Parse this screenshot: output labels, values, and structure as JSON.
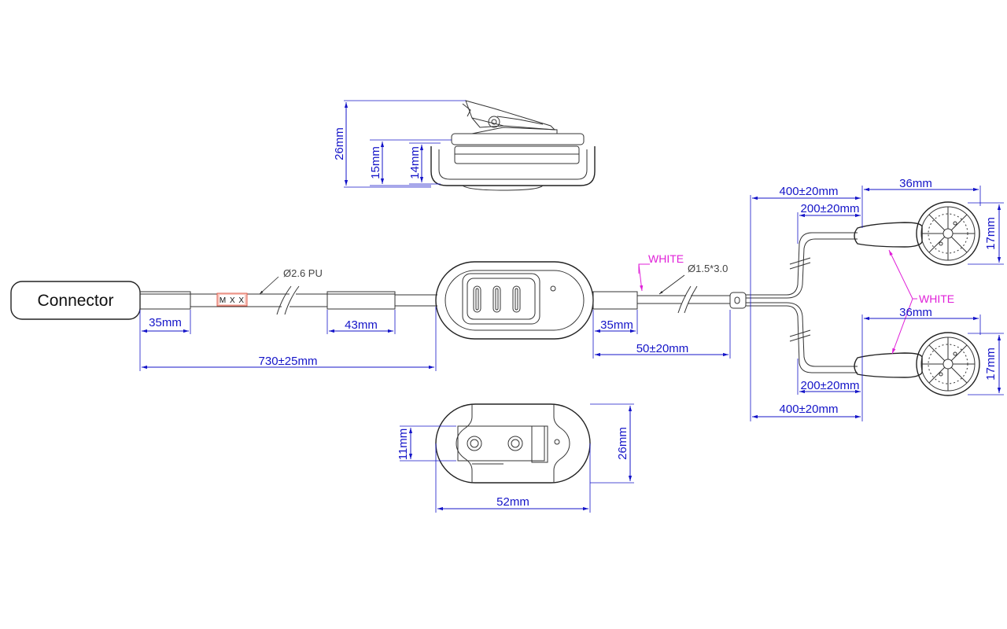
{
  "connector_label": "Connector",
  "marker_label": "M X X",
  "cable_main_note": "Ø2.6 PU",
  "cable_branch_note": "Ø1.5*3.0",
  "white_label_1": "WHITE",
  "white_label_2": "WHITE",
  "dimensions": {
    "connector_sleeve": "35mm",
    "midsleeve": "43mm",
    "main_cable_length": "730±25mm",
    "right_sleeve": "35mm",
    "splitter_distance": "50±20mm",
    "branch_top_outer": "400±20mm",
    "branch_top_inner": "200±20mm",
    "branch_bottom_inner": "200±20mm",
    "branch_bottom_outer": "400±20mm",
    "sensor_top_width": "36mm",
    "sensor_bottom_width": "36mm",
    "sensor_top_height": "17mm",
    "sensor_bottom_height": "17mm",
    "side_total_height": "26mm",
    "side_body_height": "15mm",
    "side_inner_height": "14mm",
    "back_clip_height": "11mm",
    "back_height": "26mm",
    "back_width": "52mm"
  },
  "colors": {
    "dimension": "#1414c8",
    "highlight": "#e020d8",
    "marker_fill": "#f8c8c0",
    "marker_border": "#e06050",
    "outline": "#333333"
  }
}
